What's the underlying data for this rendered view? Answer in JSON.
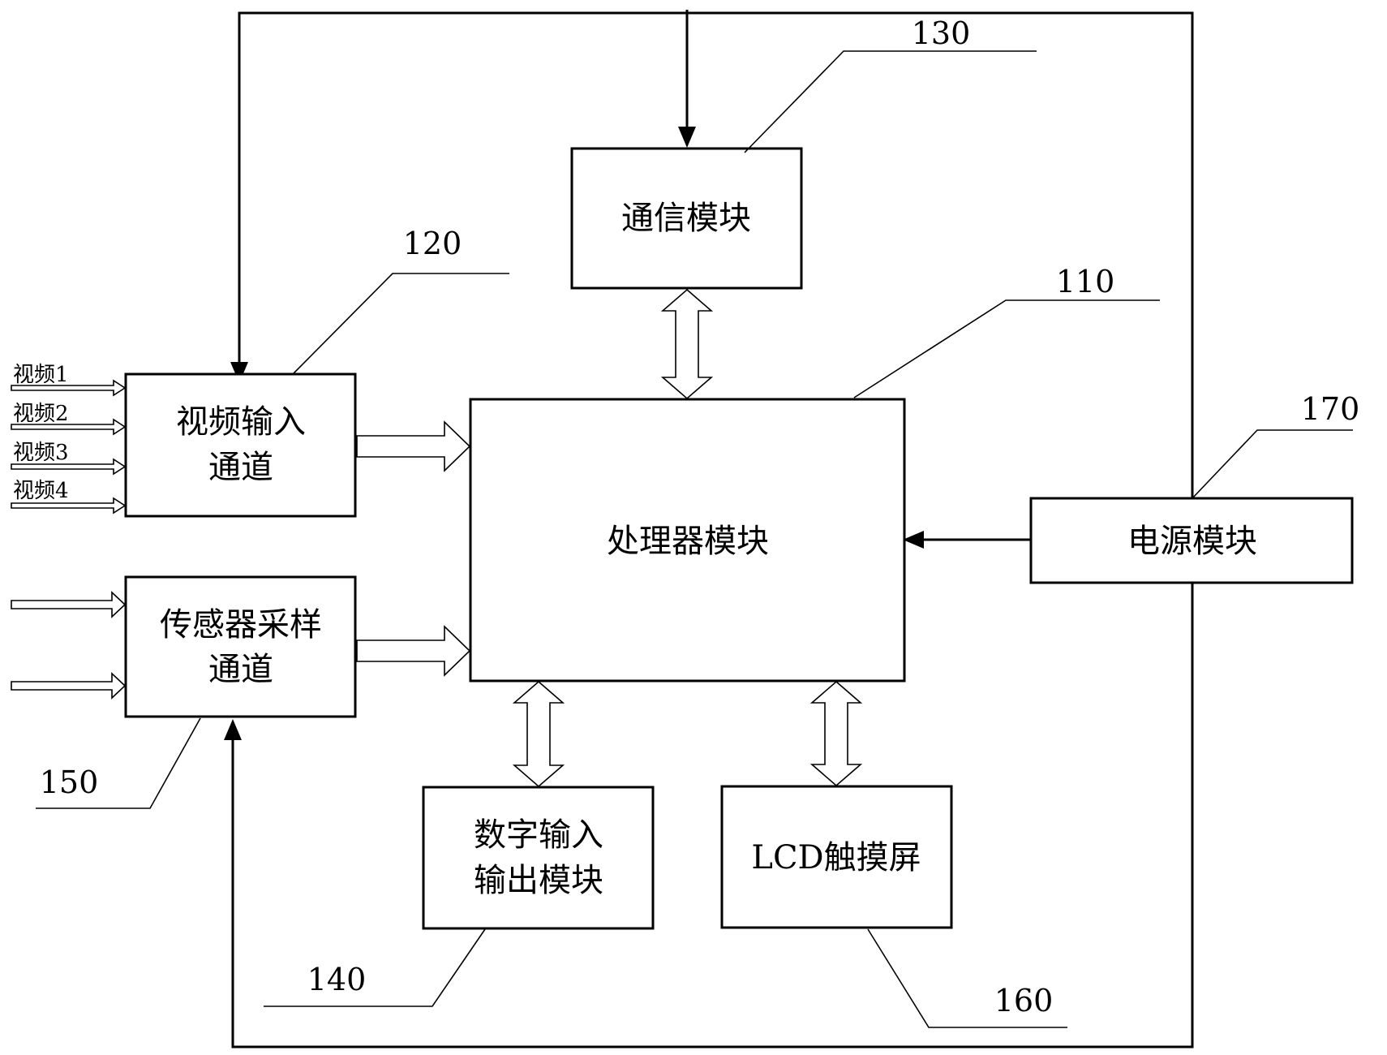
{
  "modules": {
    "processor": {
      "label": "处理器模块",
      "ref": "110"
    },
    "video_input": {
      "label_lines": [
        "视频输入",
        "通道"
      ],
      "ref": "120"
    },
    "communication": {
      "label": "通信模块",
      "ref": "130"
    },
    "digital_io": {
      "label_lines": [
        "数字输入",
        "输出模块"
      ],
      "ref": "140"
    },
    "sensor_sampling": {
      "label_lines": [
        "传感器采样",
        "通道"
      ],
      "ref": "150"
    },
    "lcd_touchscreen": {
      "label": "LCD触摸屏",
      "ref": "160"
    },
    "power": {
      "label": "电源模块",
      "ref": "170"
    }
  },
  "video_inputs": [
    "视频1",
    "视频2",
    "视频3",
    "视频4"
  ],
  "line_color": "#000000",
  "background_color": "#ffffff"
}
